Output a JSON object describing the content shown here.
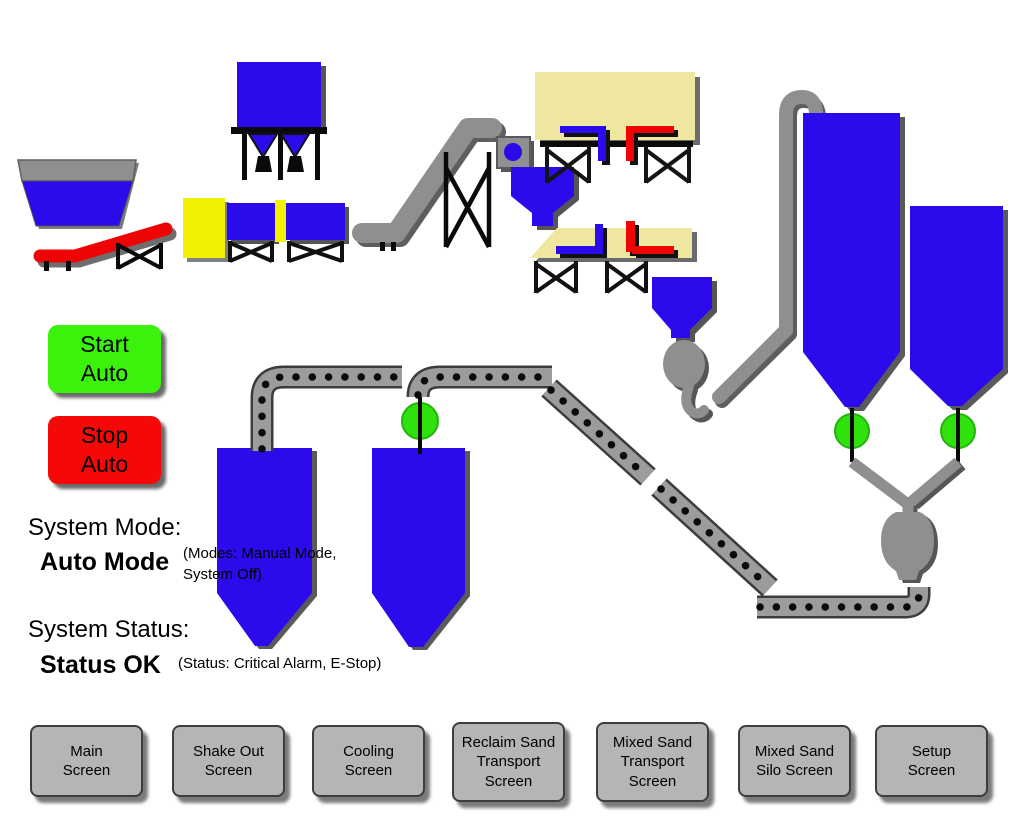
{
  "controls": {
    "start_auto": "Start\nAuto",
    "stop_auto": "Stop\nAuto"
  },
  "mode": {
    "label": "System Mode:",
    "value": "Auto Mode",
    "note": "(Modes: Manual Mode,\nSystem Off)"
  },
  "status": {
    "label": "System Status:",
    "value": "Status OK",
    "note": "(Status: Critical Alarm, E-Stop)"
  },
  "nav": {
    "buttons": [
      {
        "label": "Main\nScreen"
      },
      {
        "label": "Shake Out\nScreen"
      },
      {
        "label": "Cooling\nScreen"
      },
      {
        "label": "Reclaim Sand\nTransport\nScreen"
      },
      {
        "label": "Mixed Sand\nTransport\nScreen"
      },
      {
        "label": "Mixed Sand\nSilo Screen"
      },
      {
        "label": "Setup\nScreen"
      }
    ]
  },
  "colors": {
    "equipment_blue": "#2B0AEB",
    "equipment_gray": "#8F8F8F",
    "valve_green": "#2FE10D",
    "start_green": "#3BF20D",
    "stop_red": "#F50808",
    "conveyor_red": "#EE0404",
    "bright_yellow": "#F2F105",
    "cooler_tan": "#EFE79F",
    "nav_button_gray": "#B5B5B5"
  }
}
